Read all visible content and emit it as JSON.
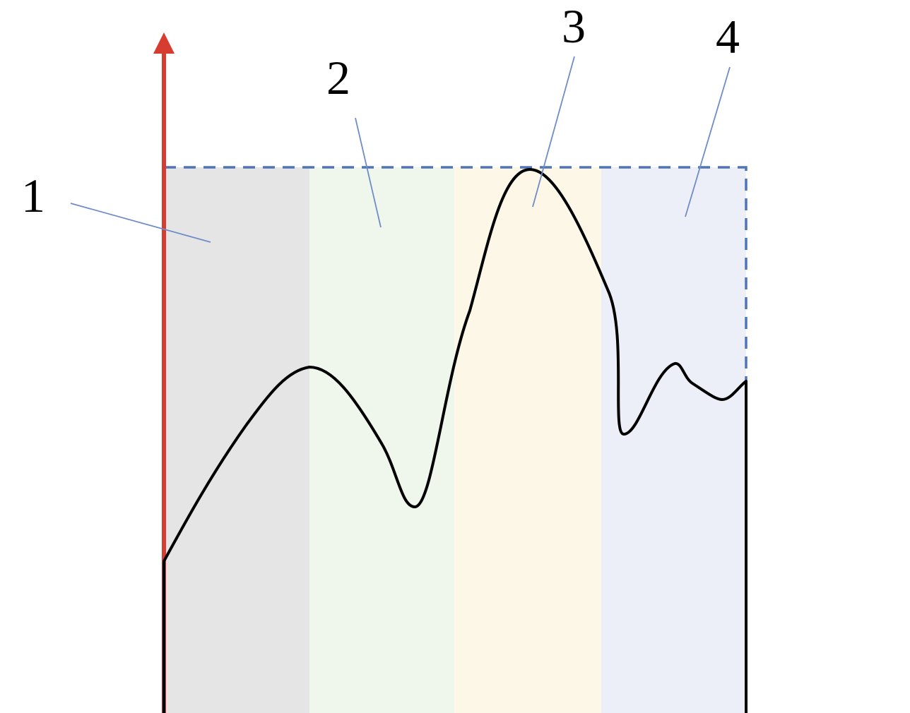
{
  "labels": [
    {
      "id": "1",
      "text": "1"
    },
    {
      "id": "2",
      "text": "2"
    },
    {
      "id": "3",
      "text": "3"
    },
    {
      "id": "4",
      "text": "4"
    }
  ],
  "colors": {
    "zone_1": "#e5e5e5",
    "zone_2": "#eff6ec",
    "zone_3": "#fcf7e6",
    "zone_4": "#eceff8",
    "axis": "#d63c2f",
    "boundary": "#4f74b8",
    "curve": "#000000",
    "leader": "#6f8cc8"
  }
}
